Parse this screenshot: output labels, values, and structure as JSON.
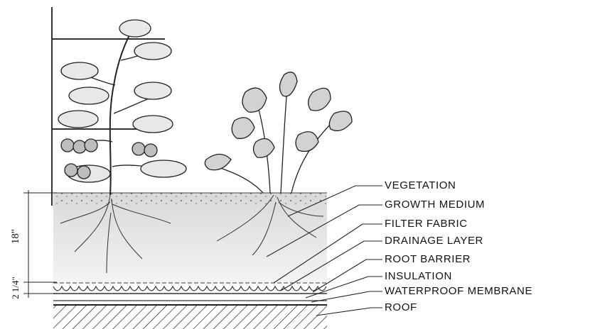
{
  "labels": {
    "vegetation": "VEGETATION",
    "growth_medium": "GROWTH MEDIUM",
    "filter_fabric": "FILTER FABRIC",
    "drainage_layer": "DRAINAGE LAYER",
    "root_barrier": "ROOT BARRIER",
    "insulation": "INSULATION",
    "waterproof_membrane": "WATERPROOF MEMBRANE",
    "roof": "ROOF"
  },
  "dimensions": {
    "medium_depth": "18\"",
    "drainage_depth": "2 1/4\""
  }
}
